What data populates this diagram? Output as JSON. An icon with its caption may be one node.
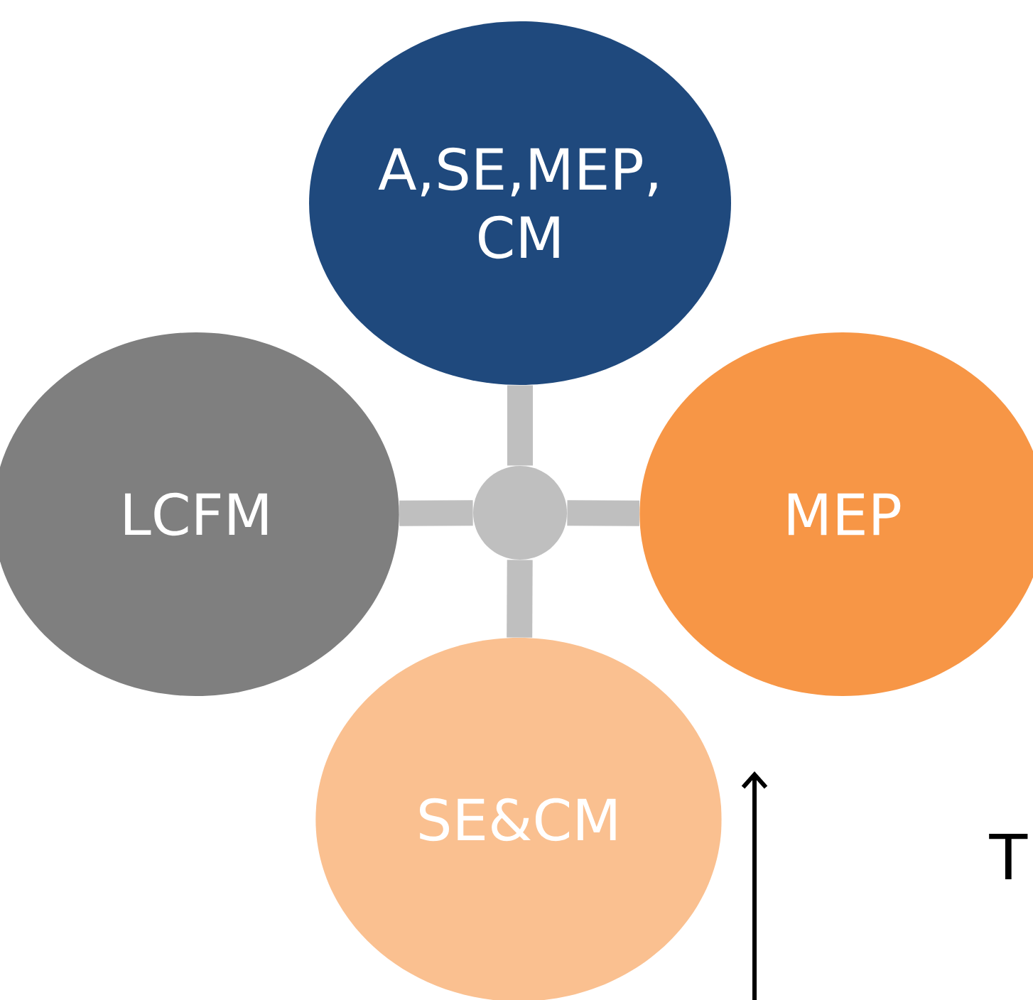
{
  "diagram": {
    "nodes": [
      {
        "text": [
          "A,SE,MEP, CM"
        ]
      },
      {
        "text": [
          "LCFM"
        ]
      },
      {
        "text": [],
        "shape": "circle"
      },
      {
        "text": [
          "MEP"
        ]
      },
      {
        "text": [
          "SE&CM"
        ]
      }
    ],
    "edges": [
      {
        "from": 2,
        "to": 0,
        "arrow": "none"
      },
      {
        "from": 2,
        "to": 1,
        "arrow": "none"
      },
      {
        "from": 2,
        "to": 3,
        "arrow": "none"
      },
      {
        "from": 2,
        "to": 4,
        "arrow": "none"
      }
    ],
    "labels": [
      "T"
    ]
  }
}
